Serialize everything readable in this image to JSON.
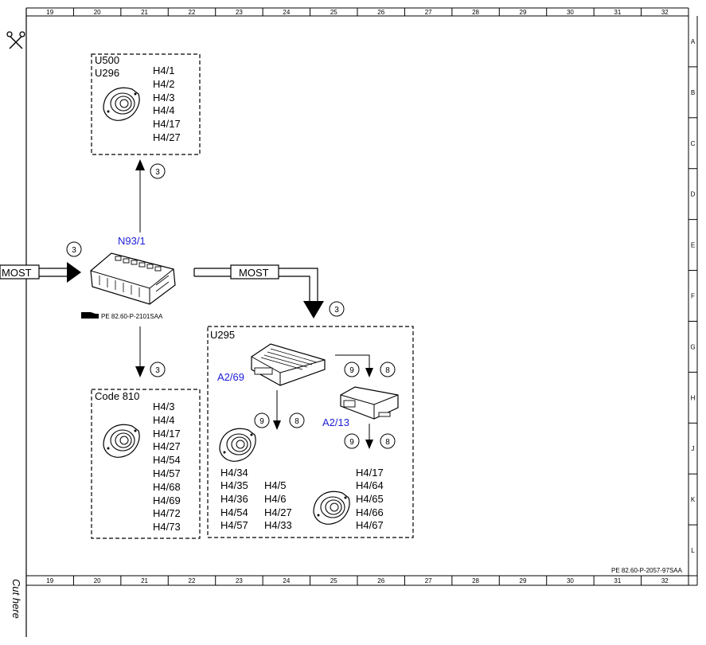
{
  "ruler": {
    "columns": [
      "19",
      "20",
      "21",
      "22",
      "23",
      "24",
      "25",
      "26",
      "27",
      "28",
      "29",
      "30",
      "31",
      "32"
    ],
    "rows": [
      "A",
      "B",
      "C",
      "D",
      "E",
      "F",
      "G",
      "H",
      "J",
      "K",
      "L"
    ]
  },
  "cut_here": "Cut here",
  "footer_ref": "PE 82.60-P-2057-97SAA",
  "control_unit": {
    "label": "N93/1",
    "ref": "PE 82.60-P-2101SAA",
    "connection_number": "3"
  },
  "bus_in": {
    "label": "MOST"
  },
  "bus_out": {
    "label": "MOST",
    "connection_number": "3"
  },
  "box_top": {
    "codes": [
      "U500",
      "U296"
    ],
    "speakers": [
      "H4/1",
      "H4/2",
      "H4/3",
      "H4/4",
      "H4/17",
      "H4/27"
    ],
    "connection_number": "3"
  },
  "box_bottom_left": {
    "code": "Code 810",
    "speakers": [
      "H4/3",
      "H4/4",
      "H4/17",
      "H4/27",
      "H4/54",
      "H4/57",
      "H4/68",
      "H4/69",
      "H4/72",
      "H4/73"
    ],
    "connection_number": "3"
  },
  "box_u295": {
    "code": "U295",
    "amp1": {
      "label": "A2/69",
      "circles": [
        "9",
        "8"
      ]
    },
    "amp2": {
      "label": "A2/13",
      "circles": [
        "9",
        "8"
      ]
    },
    "upper_circles": [
      "9",
      "8"
    ],
    "speakers_col1": [
      "H4/34",
      "H4/35",
      "H4/36",
      "H4/54",
      "H4/57"
    ],
    "speakers_col2": [
      "H4/5",
      "H4/6",
      "H4/27",
      "H4/33"
    ],
    "speakers_col3": [
      "H4/17",
      "H4/64",
      "H4/65",
      "H4/66",
      "H4/67"
    ]
  }
}
